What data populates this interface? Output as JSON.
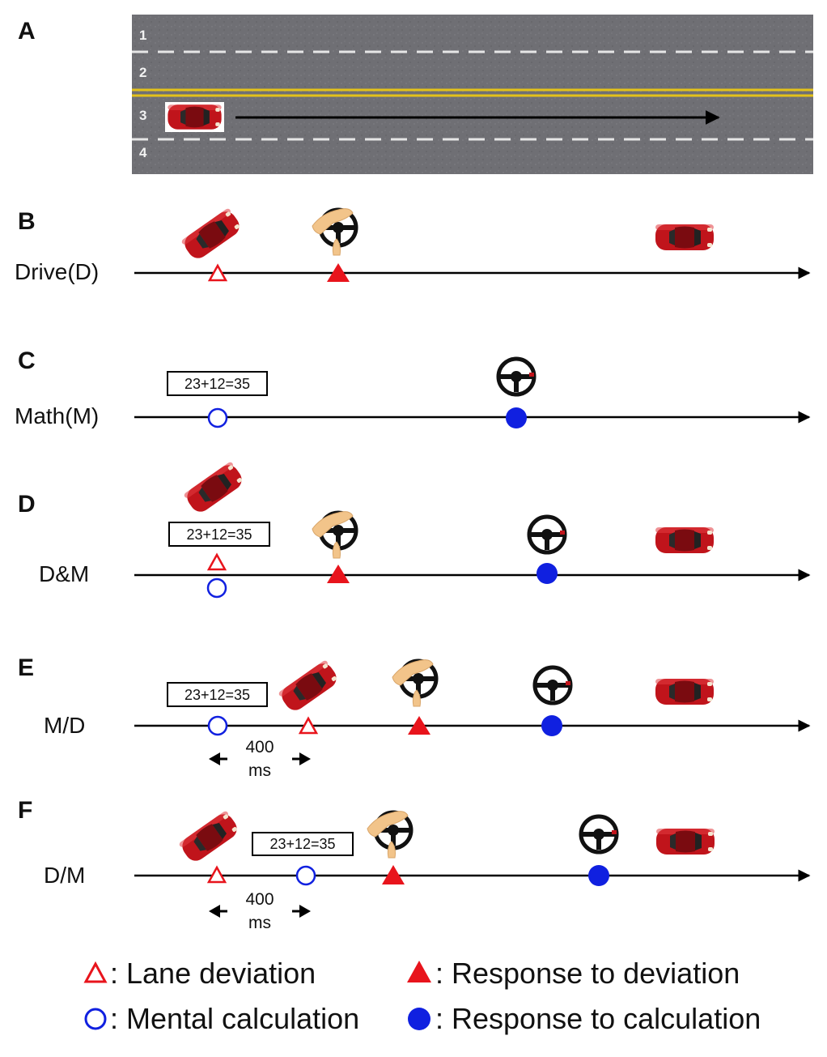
{
  "panels": {
    "A": {
      "letter": "A",
      "lanes": [
        "1",
        "2",
        "3",
        "4"
      ]
    },
    "B": {
      "letter": "B",
      "label": "Drive(D)"
    },
    "C": {
      "letter": "C",
      "label": "Math(M)",
      "equation": "23+12=35"
    },
    "D": {
      "letter": "D",
      "label": "D&M",
      "equation": "23+12=35"
    },
    "E": {
      "letter": "E",
      "label": "M/D",
      "equation": "23+12=35",
      "interval_value": "400",
      "interval_unit": "ms"
    },
    "F": {
      "letter": "F",
      "label": "D/M",
      "equation": "23+12=35",
      "interval_value": "400",
      "interval_unit": "ms"
    }
  },
  "legend": {
    "lane_deviation": ": Lane deviation",
    "response_to_deviation": ": Response to deviation",
    "mental_calculation": ": Mental calculation",
    "response_to_calculation": ": Response to calculation"
  },
  "colors": {
    "road": "#6f6f74",
    "lane_dash": "#e6e6e6",
    "center_line": "#e3c21a",
    "car": "#c0141b",
    "deviation": "#e8141c",
    "calculation": "#1020e0",
    "hand": "#f2c48a"
  }
}
